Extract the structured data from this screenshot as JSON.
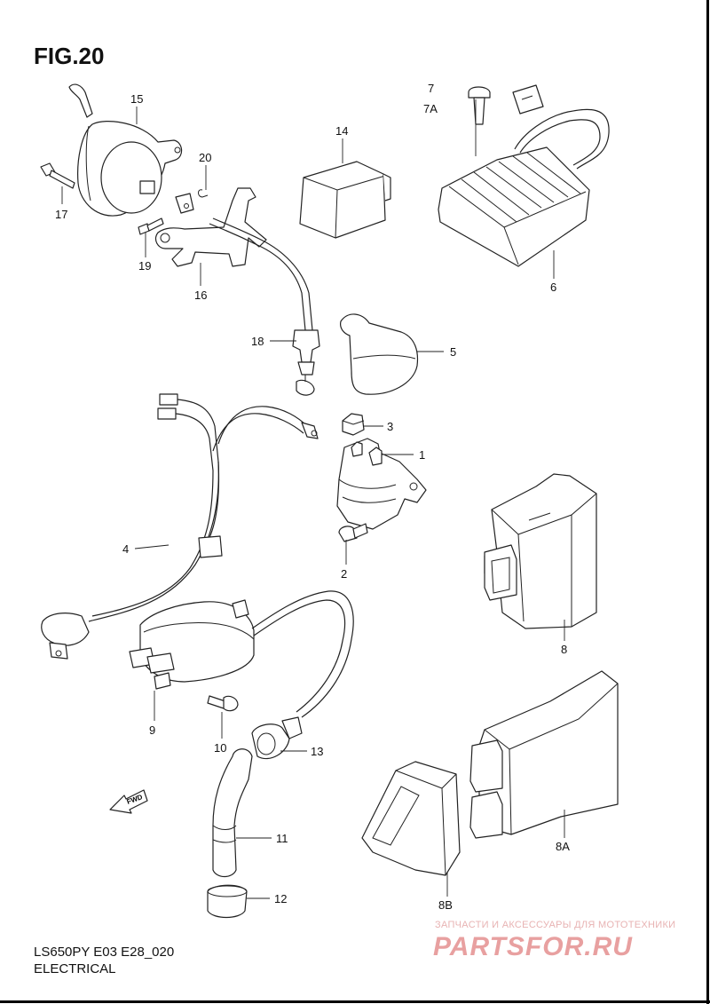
{
  "figure": {
    "title": "FIG.20",
    "model_code": "LS650PY E03 E28_020",
    "section": "ELECTRICAL"
  },
  "callouts": {
    "c1": "1",
    "c2": "2",
    "c3": "3",
    "c4": "4",
    "c5": "5",
    "c6": "6",
    "c7": "7",
    "c7a": "7A",
    "c8": "8",
    "c8a": "8A",
    "c8b": "8B",
    "c9": "9",
    "c10": "10",
    "c11": "11",
    "c12": "12",
    "c13": "13",
    "c14": "14",
    "c15": "15",
    "c16": "16",
    "c17": "17",
    "c18": "18",
    "c19": "19",
    "c20": "20"
  },
  "direction_marker": {
    "label": "FWD",
    "icon": "fwd-arrow-icon"
  },
  "watermark": {
    "tagline": "ЗАПЧАСТИ И АКСЕССУАРЫ ДЛЯ МОТОТЕХНИКИ",
    "brand": "PARTSFOR.RU",
    "color": "#e8a0a0"
  }
}
